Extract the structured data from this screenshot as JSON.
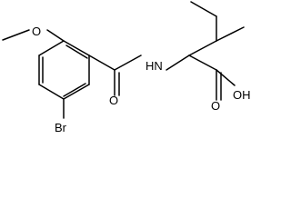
{
  "structure": {
    "atom_labels": {
      "methoxy_oxygen": "O",
      "amide_nitrogen": "HN",
      "amide_oxygen": "O",
      "acid_hydroxyl": "OH",
      "acid_oxygen": "O",
      "bromine": "Br"
    }
  }
}
